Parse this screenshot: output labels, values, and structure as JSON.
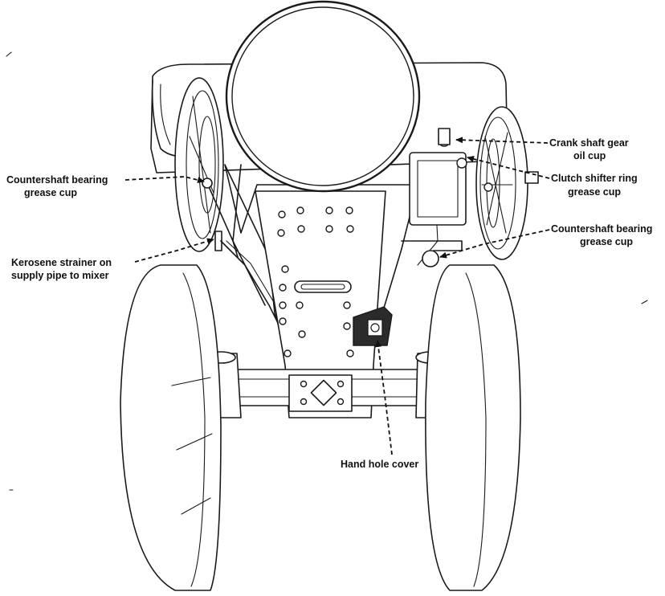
{
  "diagram": {
    "labels": {
      "crank_shaft_gear_oil_cup": [
        "Crank shaft gear",
        "oil cup"
      ],
      "clutch_shifter_ring_grease_cup": [
        "Clutch shifter ring",
        "grease cup"
      ],
      "countershaft_bearing_grease_cup_right": [
        "Countershaft bearing",
        "grease cup"
      ],
      "countershaft_bearing_grease_cup_left": [
        "Countershaft bearing",
        "grease cup"
      ],
      "kerosene_strainer": [
        "Kerosene strainer on",
        "supply pipe to mixer"
      ],
      "hand_hole_cover": [
        "Hand hole cover"
      ]
    }
  }
}
